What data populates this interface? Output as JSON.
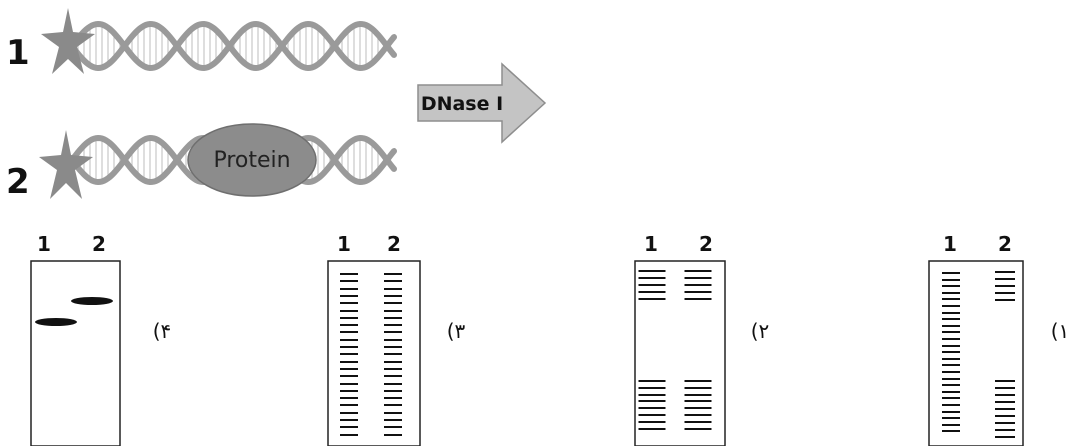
{
  "diagram": {
    "dna_labels": [
      "1",
      "2"
    ],
    "protein_label": "Protein",
    "enzyme_label": "DNase I",
    "colors": {
      "dna_strand": "#9a9a9a",
      "rung": "#c8c8c8",
      "star": "#8a8a8a",
      "protein": "#8c8c8c",
      "arrow": "#c4c4c4",
      "band": "#111111"
    }
  },
  "gels": [
    {
      "option": "(۴",
      "lanes": [
        "1",
        "2"
      ],
      "pattern": "single-band-shift"
    },
    {
      "option": "(۳",
      "lanes": [
        "1",
        "2"
      ],
      "pattern": "full-ladder-both"
    },
    {
      "option": "(۲",
      "lanes": [
        "1",
        "2"
      ],
      "pattern": "split-ladder-both"
    },
    {
      "option": "(۱",
      "lanes": [
        "1",
        "2"
      ],
      "pattern": "full-vs-footprint"
    }
  ]
}
